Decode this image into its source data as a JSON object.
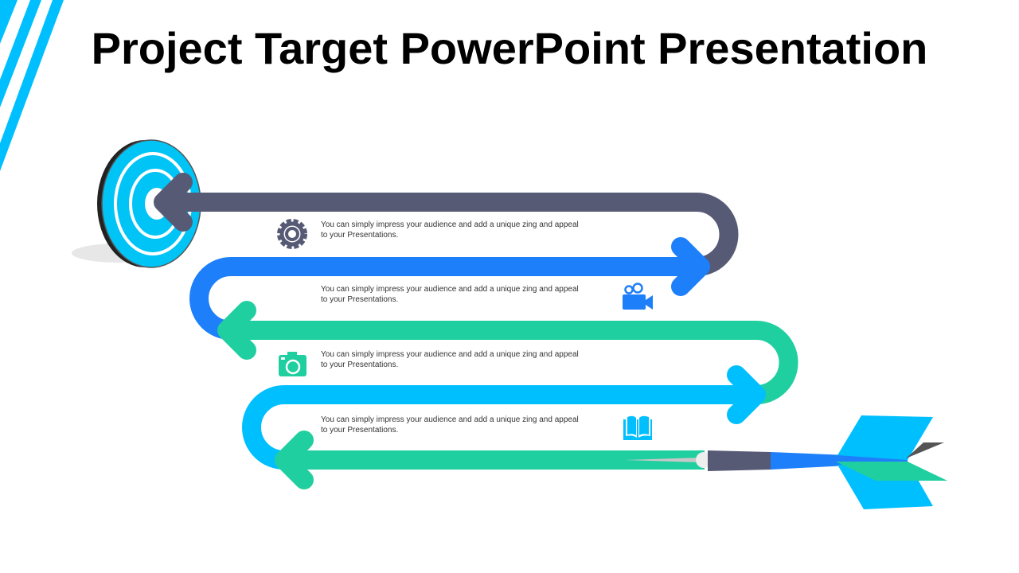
{
  "title": "Project Target PowerPoint Presentation",
  "colors": {
    "dark": "#575a75",
    "blue": "#1e7ffa",
    "green": "#20cfa0",
    "cyan": "#00bfff"
  },
  "steps": [
    {
      "icon": "gear-icon",
      "line1": "You can simply impress your audience and add a unique zing and appeal",
      "line2": "to your Presentations."
    },
    {
      "icon": "video-camera-icon",
      "line1": "You can simply impress your audience and add a unique zing and appeal",
      "line2": "to your Presentations."
    },
    {
      "icon": "camera-icon",
      "line1": "You can simply impress your audience and add a unique zing and appeal",
      "line2": "to your Presentations."
    },
    {
      "icon": "book-icon",
      "line1": "You can simply impress your audience and add a unique zing and appeal",
      "line2": "to your Presentations."
    }
  ]
}
